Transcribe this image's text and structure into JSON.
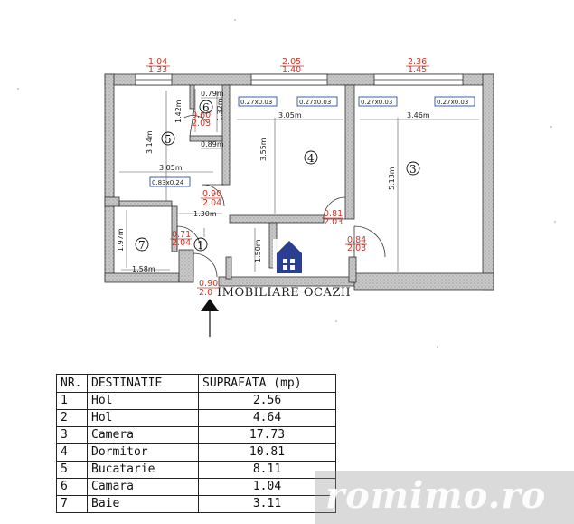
{
  "plan": {
    "top_dims": [
      {
        "a": "1.04",
        "b": "1.33"
      },
      {
        "a": "2.05",
        "b": "1.40"
      },
      {
        "a": "2.36",
        "b": "1.45"
      }
    ],
    "door_labels": [
      {
        "a": "0.60",
        "b": "2.03"
      },
      {
        "a": "0.90",
        "b": "2.04"
      },
      {
        "a": "0.81",
        "b": "2.03"
      },
      {
        "a": "0.84",
        "b": "2.03"
      },
      {
        "a": "0.71",
        "b": "2.04"
      },
      {
        "a": "0.90",
        "b": "2.0"
      }
    ],
    "measurements": {
      "m_079": "0.79m",
      "m_132": "1.32m",
      "m_142": "1.42m",
      "m_089": "0.89m",
      "m_314": "3.14m",
      "m_305a": "3.05m",
      "m_305b": "3.05m",
      "m_355": "3.55m",
      "m_346": "3.46m",
      "m_513": "5.13m",
      "m_130": "1.30m",
      "m_197": "1.97m",
      "m_158": "1.58m",
      "m_150": "1.50m"
    },
    "window_labels": {
      "w1": "0.83x0.24",
      "w2": "0.27x0.03",
      "w3": "0.27x0.03",
      "w4": "0.27x0.03",
      "w5": "0.27x0.03"
    },
    "room_numbers": {
      "r1": "1",
      "r3": "3",
      "r4": "4",
      "r5": "5",
      "r6": "6",
      "r7": "7"
    },
    "watermark_text": "IMOBILIARE OCAZII"
  },
  "table": {
    "headers": {
      "nr": "NR.",
      "destination": "DESTINATIE",
      "area": "SUPRAFATA (mp)"
    },
    "rows": [
      {
        "nr": "1",
        "destination": "Hol",
        "area": "2.56"
      },
      {
        "nr": "2",
        "destination": "Hol",
        "area": "4.64"
      },
      {
        "nr": "3",
        "destination": "Camera",
        "area": "17.73"
      },
      {
        "nr": "4",
        "destination": "Dormitor",
        "area": "10.81"
      },
      {
        "nr": "5",
        "destination": "Bucatarie",
        "area": "8.11"
      },
      {
        "nr": "6",
        "destination": "Camara",
        "area": "1.04"
      },
      {
        "nr": "7",
        "destination": "Baie",
        "area": "3.11"
      }
    ]
  },
  "badge": {
    "text": "romimo.ro"
  },
  "colors": {
    "wall_fill": "#b9b9b9",
    "dim_red": "#c0392b",
    "window_blue": "#2a4fa8",
    "logo_blue": "#2a3f8f"
  }
}
